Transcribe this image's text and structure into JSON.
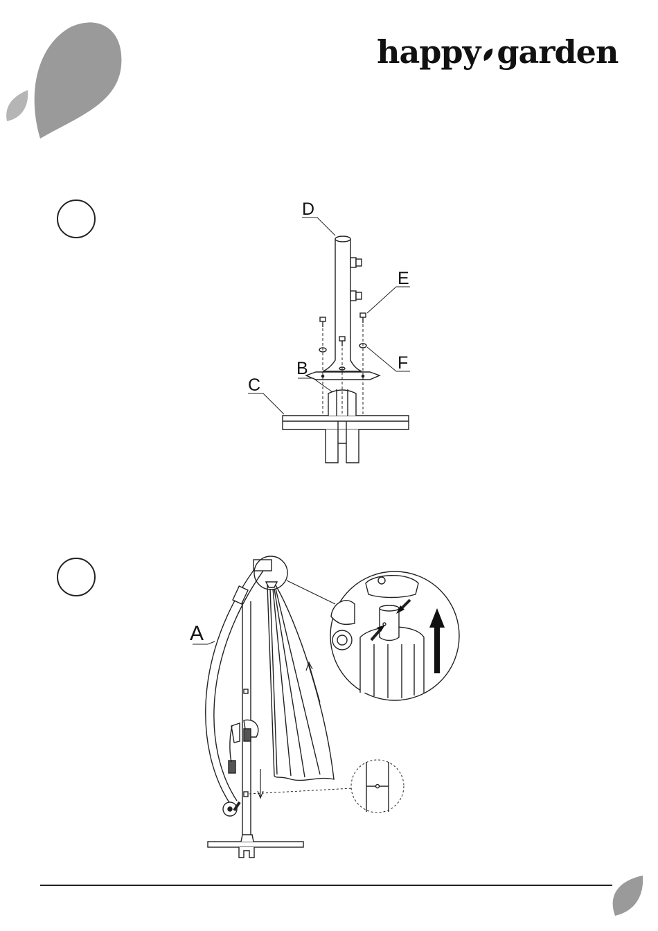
{
  "brand": {
    "word1": "happy",
    "word2": "garden",
    "accent_color": "#9a9a9a",
    "ink_color": "#111111"
  },
  "step1": {
    "part_labels": {
      "d": "D",
      "e": "E",
      "f": "F",
      "b": "B",
      "c": "C"
    }
  },
  "step2": {
    "part_labels": {
      "a": "A"
    }
  },
  "icons": {
    "leaf_large": "leaf-icon",
    "leaf_small": "leaf-icon",
    "leaf_footer": "leaf-icon",
    "up_arrow": "arrow-up-icon"
  }
}
